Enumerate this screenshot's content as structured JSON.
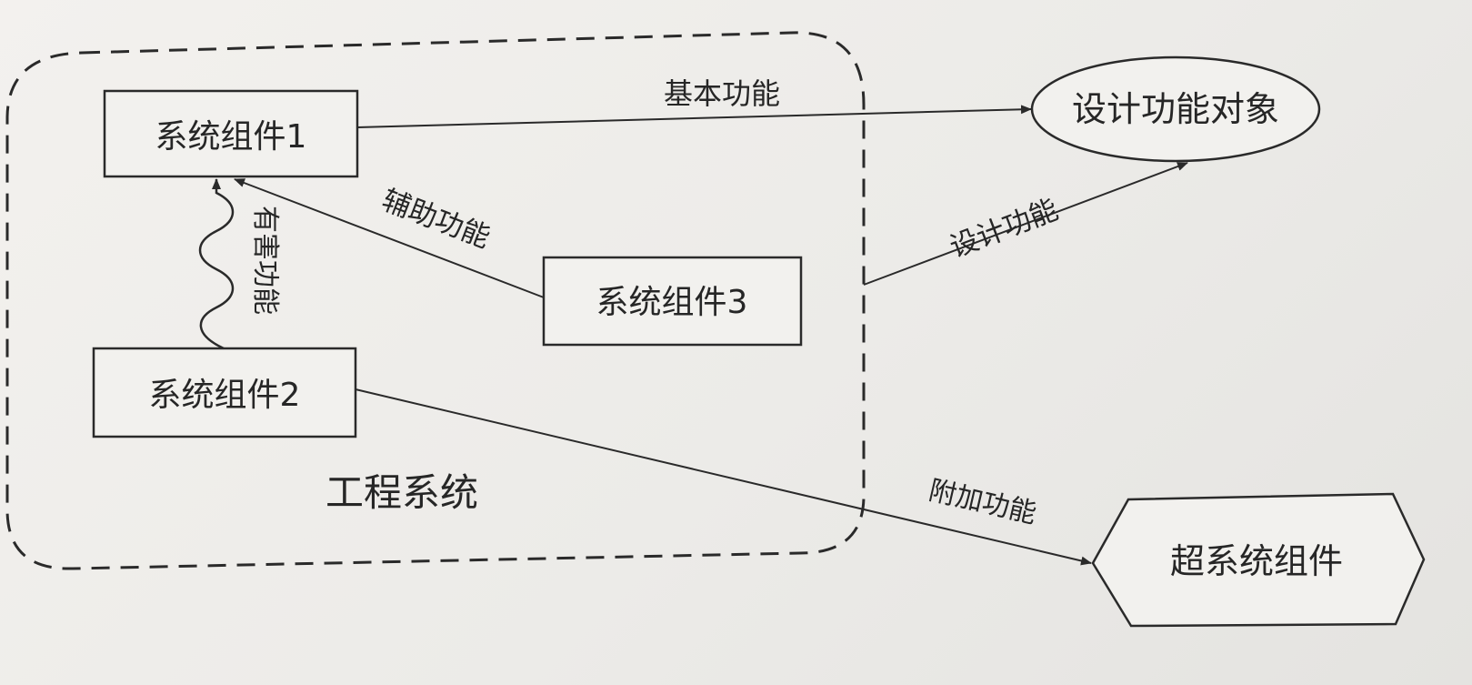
{
  "diagram": {
    "group_label": "工程系统",
    "nodes": {
      "component1": "系统组件1",
      "component2": "系统组件2",
      "component3": "系统组件3",
      "target": "设计功能对象",
      "supersystem": "超系统组件"
    },
    "edges": {
      "basic_function": "基本功能",
      "auxiliary_function": "辅助功能",
      "harmful_function": "有害功能",
      "design_function": "设计功能",
      "additional_function": "附加功能"
    },
    "colors": {
      "line": "#2a2a2a",
      "text": "#262626",
      "box_fill": "#f2f1ee"
    }
  }
}
